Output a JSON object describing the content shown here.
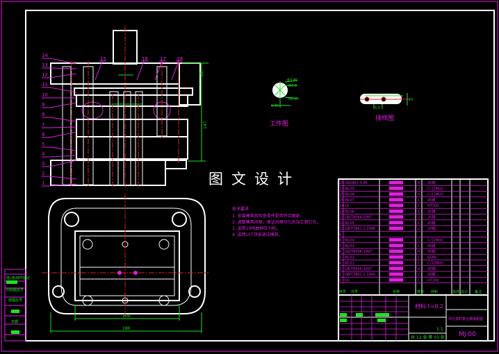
{
  "drawing": {
    "watermark": "图文设计",
    "part_view_label": "工件图",
    "strip_layout_label": "排样图",
    "part_dims": [
      "Φ3.85",
      "Φ2.6",
      "Φ5.25",
      "0.45"
    ],
    "strip_dims": [
      "5.5",
      "10"
    ],
    "assembly_dims": {
      "height_top": "20",
      "height_total": "147",
      "plan_width": "180",
      "plan_inner": "100"
    },
    "balloons": [
      "1",
      "2",
      "3",
      "4",
      "5",
      "6",
      "7",
      "8",
      "9",
      "10",
      "11",
      "12",
      "13",
      "14",
      "15",
      "16",
      "17",
      "18"
    ],
    "tech_requirements": {
      "title": "技术要求",
      "items": [
        "1. 安装模具前检查零件是否符合图纸",
        "2. 调整模具间隙，保证间隙均匀后加工销钉孔。",
        "3. 选用10吨曲柄压力机。",
        "4. 选用L0T冲床调试模具。"
      ]
    }
  },
  "bom": {
    "rows": [
      {
        "no": "18",
        "code": "GB2867.5-85",
        "qty": "4",
        "material": "35钢"
      },
      {
        "no": "17",
        "code": "MJ-09",
        "qty": "2",
        "material": "Cr12MoV"
      },
      {
        "no": "16",
        "code": "MJ-08",
        "qty": "4",
        "material": "Cr12MoV"
      },
      {
        "no": "15",
        "code": "MJ-07",
        "qty": "1",
        "material": "45钢"
      },
      {
        "no": "14",
        "code": "16",
        "qty": "1",
        "material": "HT200"
      },
      {
        "no": "13",
        "code": "MJ-06",
        "qty": "1",
        "material": "45钢"
      },
      {
        "no": "12",
        "code": "GB/T8096-1997",
        "qty": "2",
        "material": "35钢"
      },
      {
        "no": "11",
        "code": "MJ-05",
        "qty": "1",
        "material": "45钢"
      },
      {
        "no": "10",
        "code": "GB/T2861.1-1990",
        "qty": "2",
        "material": "20钢"
      },
      {
        "no": "9",
        "code": "",
        "qty": "",
        "material": ""
      },
      {
        "no": "8",
        "code": "MJ-04",
        "qty": "1",
        "material": "Cr12MoV"
      },
      {
        "no": "7",
        "code": "MJ-03",
        "qty": "1",
        "material": "45钢"
      },
      {
        "no": "6",
        "code": "GB/T8096-1997",
        "qty": "4",
        "material": "35钢"
      },
      {
        "no": "5",
        "code": "MJ-02",
        "qty": "1",
        "material": "65Mn"
      },
      {
        "no": "4",
        "code": "MJ-01",
        "qty": "1",
        "material": "Cr12MoV"
      },
      {
        "no": "3",
        "code": "GB/T8096-1997",
        "qty": "4",
        "material": "35钢"
      },
      {
        "no": "2",
        "code": "GB/T2861.1-1990",
        "qty": "2",
        "material": "20钢"
      },
      {
        "no": "1",
        "code": "16",
        "qty": "1",
        "material": "HT200"
      }
    ],
    "header": [
      "序号",
      "代号",
      "名称",
      "数量",
      "材料",
      "单件",
      "总计",
      "备注"
    ]
  },
  "title_block": {
    "material": "材料 t=0.2",
    "drawing_title": "冲孔落料复合模装配图",
    "scale": "1:1",
    "sheets": "共 12 张  第 01 张",
    "drawing_no": "MJ-00"
  },
  "side_strip": [
    "借(通)用件登记",
    "旧底图总号",
    "底图总号",
    "日期"
  ],
  "colors": {
    "frame": "#ffffff",
    "annotation": "#e020e0",
    "dimension": "#20e020",
    "centerline": "#e02020",
    "background": "#000000"
  }
}
